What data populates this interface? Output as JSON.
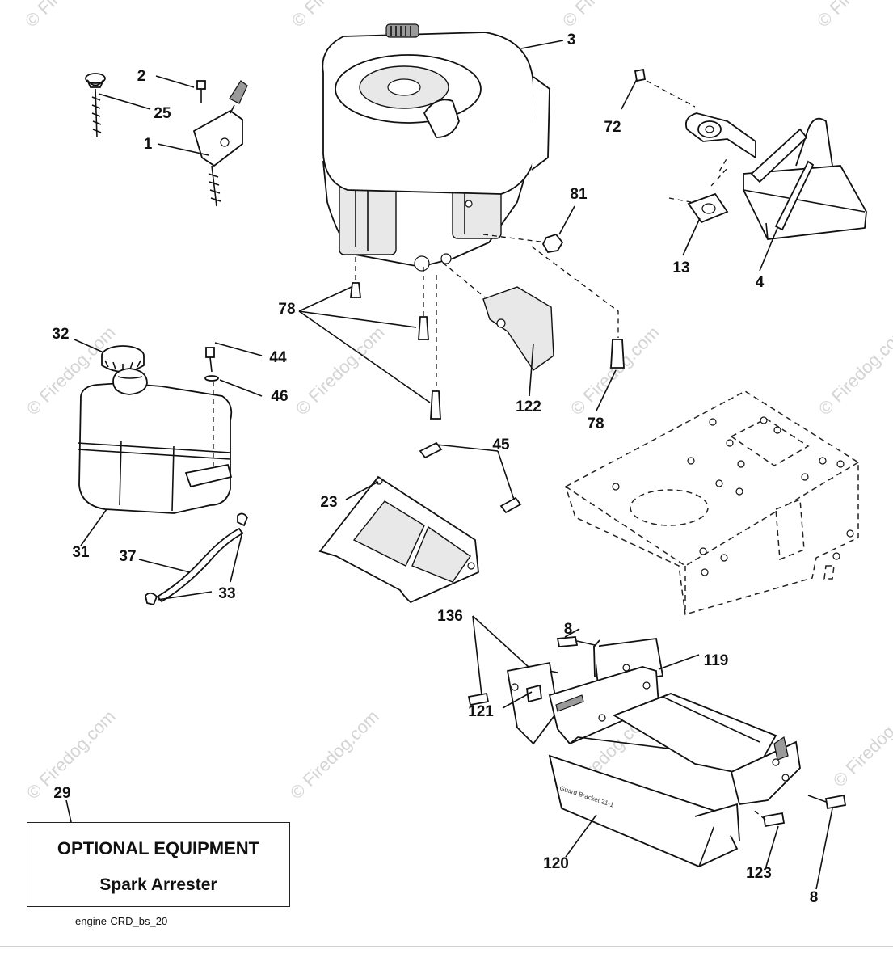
{
  "diagram": {
    "callouts": {
      "c1": "1",
      "c2": "2",
      "c3": "3",
      "c4": "4",
      "c8a": "8",
      "c8b": "8",
      "c13": "13",
      "c23": "23",
      "c25": "25",
      "c29": "29",
      "c31": "31",
      "c32": "32",
      "c33": "33",
      "c37": "37",
      "c44": "44",
      "c45": "45",
      "c46": "46",
      "c72": "72",
      "c78a": "78",
      "c78b": "78",
      "c81": "81",
      "c119": "119",
      "c120": "120",
      "c121": "121",
      "c122": "122",
      "c123": "123",
      "c136": "136"
    },
    "watermark": "© Firedog.com",
    "bracket_stamp": "Guard Bracket 21-1"
  },
  "optional_box": {
    "title": "OPTIONAL EQUIPMENT",
    "subtitle": "Spark Arrester"
  },
  "drawing_id": "engine-CRD_bs_20"
}
